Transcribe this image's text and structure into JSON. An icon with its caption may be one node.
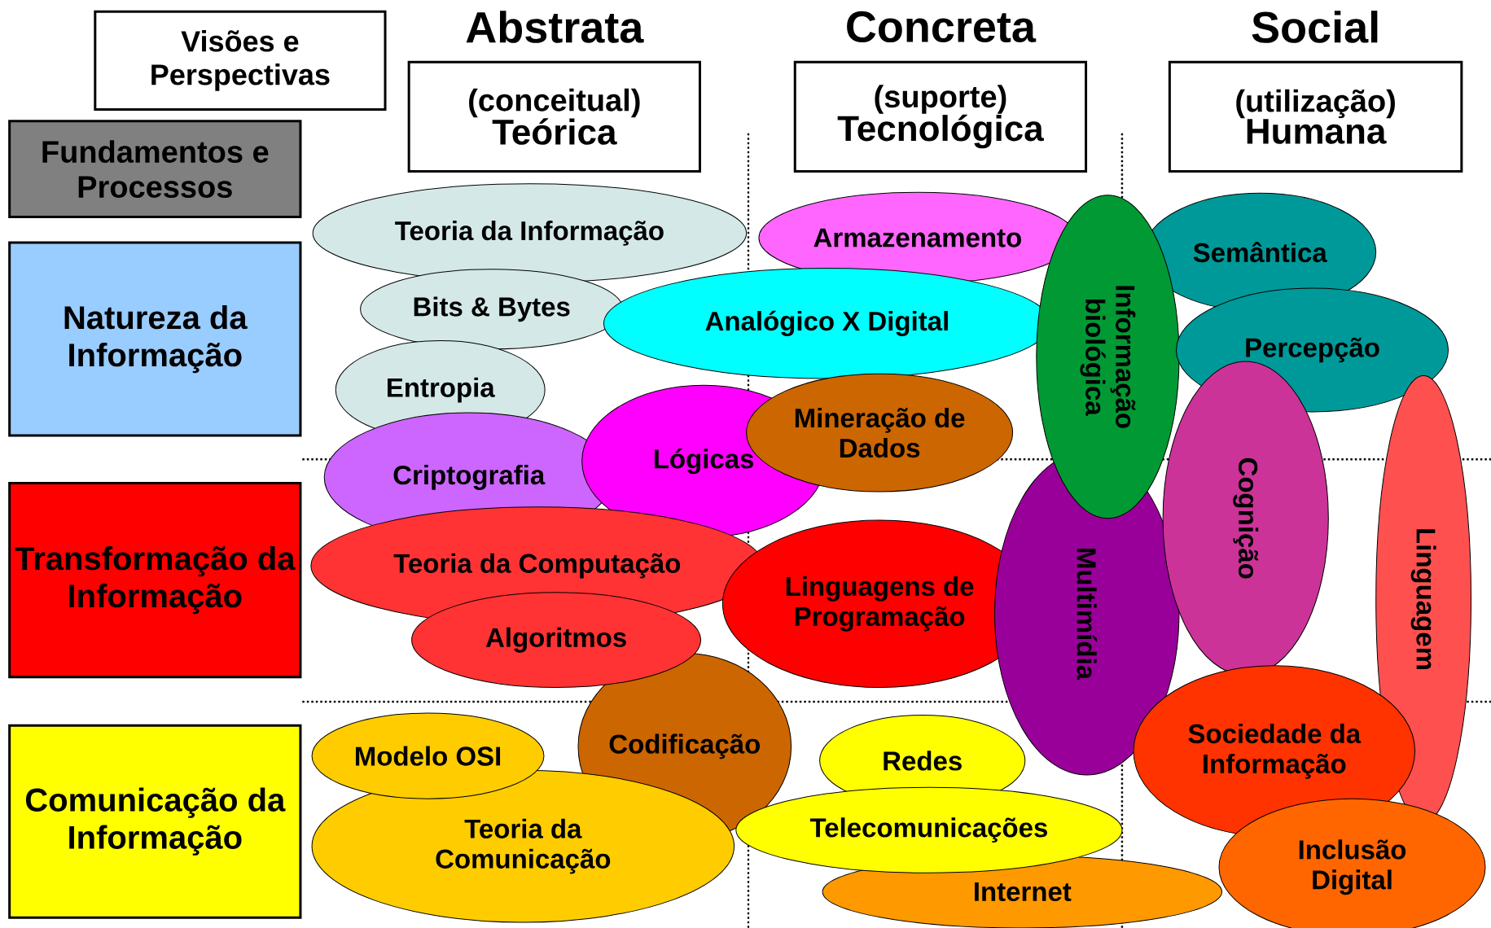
{
  "diagram": {
    "nodes": [
      {
        "text": [
          "Visões e Perspectivas"
        ]
      },
      {
        "text": [
          "Fundamentos e Processos"
        ]
      },
      {
        "text": [
          "Natureza da Informação"
        ]
      },
      {
        "text": [
          "Transformação da Informação"
        ]
      },
      {
        "text": [
          "Comunicação da Informação"
        ]
      },
      {
        "text": [
          "Abstrata",
          "(conceitual)",
          "Teórica"
        ]
      },
      {
        "text": [
          "Concreta",
          "(suporte)",
          "Tecnológica"
        ]
      },
      {
        "text": [
          "Social",
          "(utilização)",
          "Humana"
        ]
      },
      {
        "text": [
          "Teoria da Informação"
        ]
      },
      {
        "text": [
          "Bits & Bytes"
        ]
      },
      {
        "text": [
          "Entropia"
        ]
      },
      {
        "text": [
          "Criptografia"
        ]
      },
      {
        "text": [
          "Lógicas"
        ]
      },
      {
        "text": [
          "Armazenamento"
        ]
      },
      {
        "text": [
          "Analógico X Digital"
        ]
      },
      {
        "text": [
          "Mineração de Dados"
        ]
      },
      {
        "text": [
          "Informação biológica"
        ]
      },
      {
        "text": [
          "Semântica"
        ]
      },
      {
        "text": [
          "Percepção"
        ]
      },
      {
        "text": [
          "Multimídia"
        ]
      },
      {
        "text": [
          "Cognição"
        ]
      },
      {
        "text": [
          "Linguagem"
        ]
      },
      {
        "text": [
          "Teoria da Computação"
        ]
      },
      {
        "text": [
          "Algoritmos"
        ]
      },
      {
        "text": [
          "Linguagens de Programação"
        ]
      },
      {
        "text": [
          "Codificação"
        ]
      },
      {
        "text": [
          "Modelo OSI"
        ]
      },
      {
        "text": [
          "Teoria da Comunicação"
        ]
      },
      {
        "text": [
          "Redes"
        ]
      },
      {
        "text": [
          "Telecomunicações"
        ]
      },
      {
        "text": [
          "Internet"
        ]
      },
      {
        "text": [
          "Sociedade da Informação"
        ]
      },
      {
        "text": [
          "Inclusão Digital"
        ]
      }
    ]
  }
}
